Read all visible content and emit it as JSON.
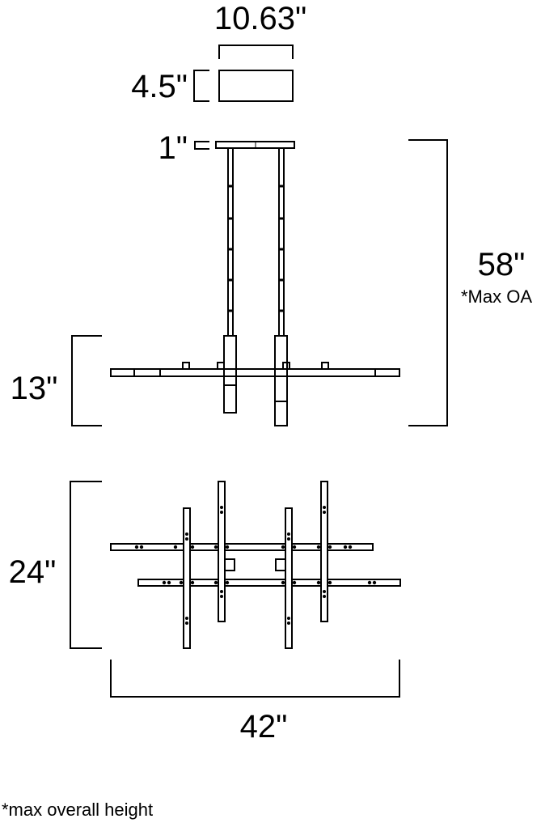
{
  "dimensions": {
    "canopy_width": "10.63\"",
    "canopy_depth": "4.5\"",
    "canopy_height": "1\"",
    "max_height": "58\"",
    "max_height_note": "*Max OA",
    "fixture_height": "13\"",
    "fixture_depth": "24\"",
    "fixture_length": "42\""
  },
  "footnote": "*max overall height",
  "colors": {
    "line": "#000000",
    "background": "#ffffff"
  }
}
